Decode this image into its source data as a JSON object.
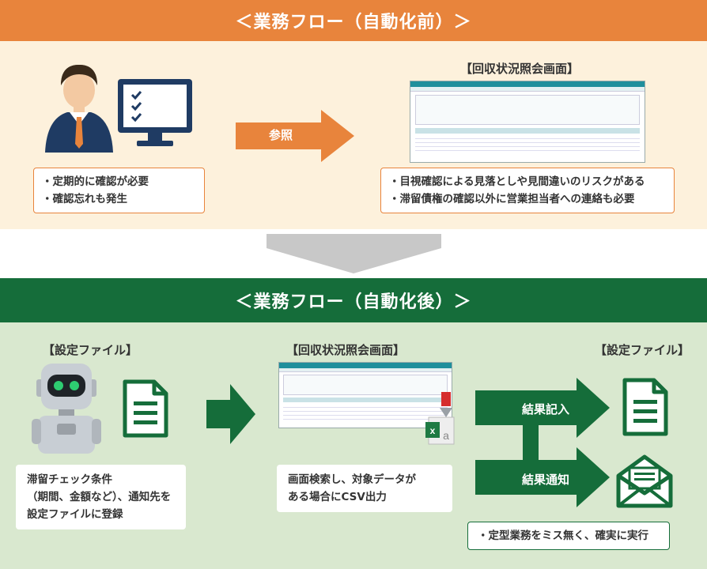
{
  "before": {
    "title": "＜業務フロー（自動化前）＞",
    "note_left": [
      "・定期的に確認が必要",
      "・確認忘れも発生"
    ],
    "arrow_label": "参照",
    "screen_label": "【回収状況照会画面】",
    "note_right": [
      "・目視確認による見落としや見間違いのリスクがある",
      "・滞留債権の確認以外に営業担当者への連絡も必要"
    ]
  },
  "after": {
    "title": "＜業務フロー（自動化後）＞",
    "file_label_left": "【設定ファイル】",
    "screen_label": "【回収状況照会画面】",
    "file_label_right": "【設定ファイル】",
    "note_left": [
      "滞留チェック条件",
      "（期間、金額など）、通知先を",
      "設定ファイルに登録"
    ],
    "note_mid": [
      "画面検索し、対象データが",
      "ある場合にCSV出力"
    ],
    "result_write": "結果記入",
    "result_notify": "結果通知",
    "note_right": "・定型業務をミス無く、確実に実行"
  },
  "colors": {
    "orange": "#e8843c",
    "green": "#156d3a",
    "cream": "#fdf1dc",
    "lightgreen": "#d9e8cf",
    "gray": "#c8c8c8"
  },
  "icons": [
    "businessman-icon",
    "monitor-checklist-icon",
    "robot-icon",
    "document-icon",
    "excel-icon",
    "envelope-icon"
  ]
}
